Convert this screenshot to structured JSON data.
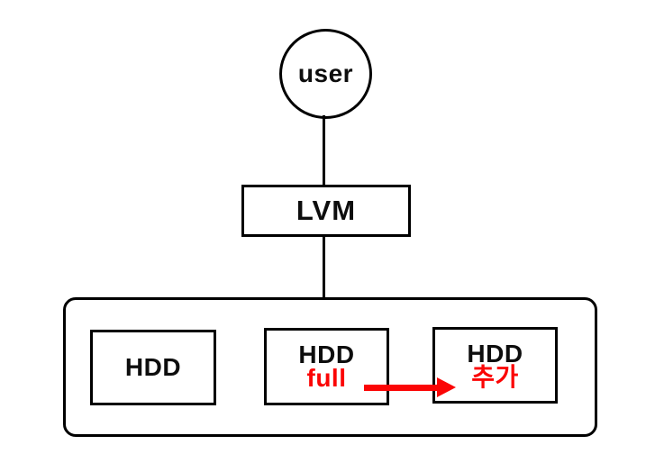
{
  "colors": {
    "stroke": "#000000",
    "text": "#0d0d0d",
    "highlight_red": "#fb0505",
    "background": "#ffffff"
  },
  "nodes": {
    "user": {
      "label": "user"
    },
    "lvm": {
      "label": "LVM"
    }
  },
  "storage": {
    "disks": [
      {
        "label": "HDD"
      },
      {
        "label": "HDD",
        "status": "full"
      },
      {
        "label": "HDD",
        "status": "추가"
      }
    ]
  }
}
